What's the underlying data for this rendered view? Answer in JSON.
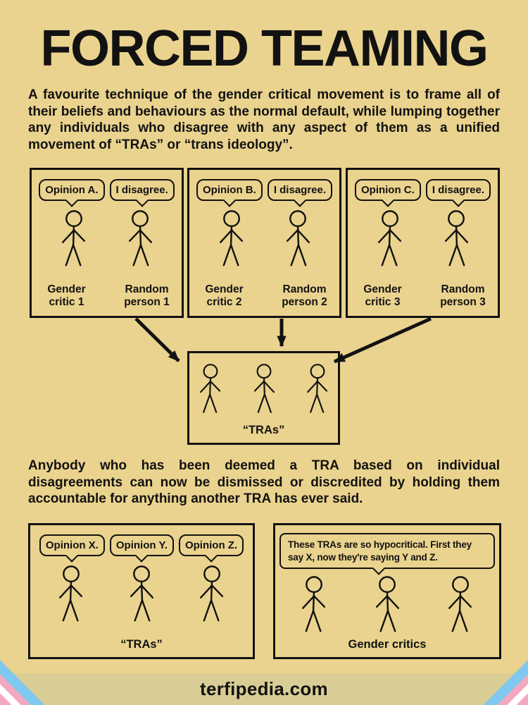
{
  "colors": {
    "background": "#ead38e",
    "footer_strip": "#d9cd95",
    "ink": "#121212",
    "trans_blue": "#7fc8ef",
    "trans_pink": "#f5a8c2",
    "trans_white": "#ffffff"
  },
  "header": {
    "title": "FORCED TEAMING"
  },
  "intro_paragraph": "A favourite technique of the gender critical movement is to frame all of their beliefs and behaviours as the normal default, while lumping together any individuals who disagree with any aspect of them as a unified movement of “TRAs” or “trans ideology”.",
  "top_boxes": [
    {
      "pairs": [
        {
          "bubble": "Opinion A.",
          "label": "Gender critic 1"
        },
        {
          "bubble": "I disagree.",
          "label": "Random person 1"
        }
      ]
    },
    {
      "pairs": [
        {
          "bubble": "Opinion B.",
          "label": "Gender critic 2"
        },
        {
          "bubble": "I disagree.",
          "label": "Random person 2"
        }
      ]
    },
    {
      "pairs": [
        {
          "bubble": "Opinion C.",
          "label": "Gender critic 3"
        },
        {
          "bubble": "I disagree.",
          "label": "Random person 3"
        }
      ]
    }
  ],
  "tras_box": {
    "label": "“TRAs”"
  },
  "middle_paragraph": "Anybody who has been deemed a TRA based on individual disagreements can now be dismissed or discredited by holding them accountable for anything another TRA has ever said.",
  "bottom_left_box": {
    "bubbles": [
      "Opinion X.",
      "Opinion Y.",
      "Opinion Z."
    ],
    "label": "“TRAs”"
  },
  "bottom_right_box": {
    "bubble": "These TRAs are so hypocritical. First they say X, now they're saying Y and Z.",
    "label": "Gender critics"
  },
  "footer": {
    "site": "terfipedia.com"
  }
}
